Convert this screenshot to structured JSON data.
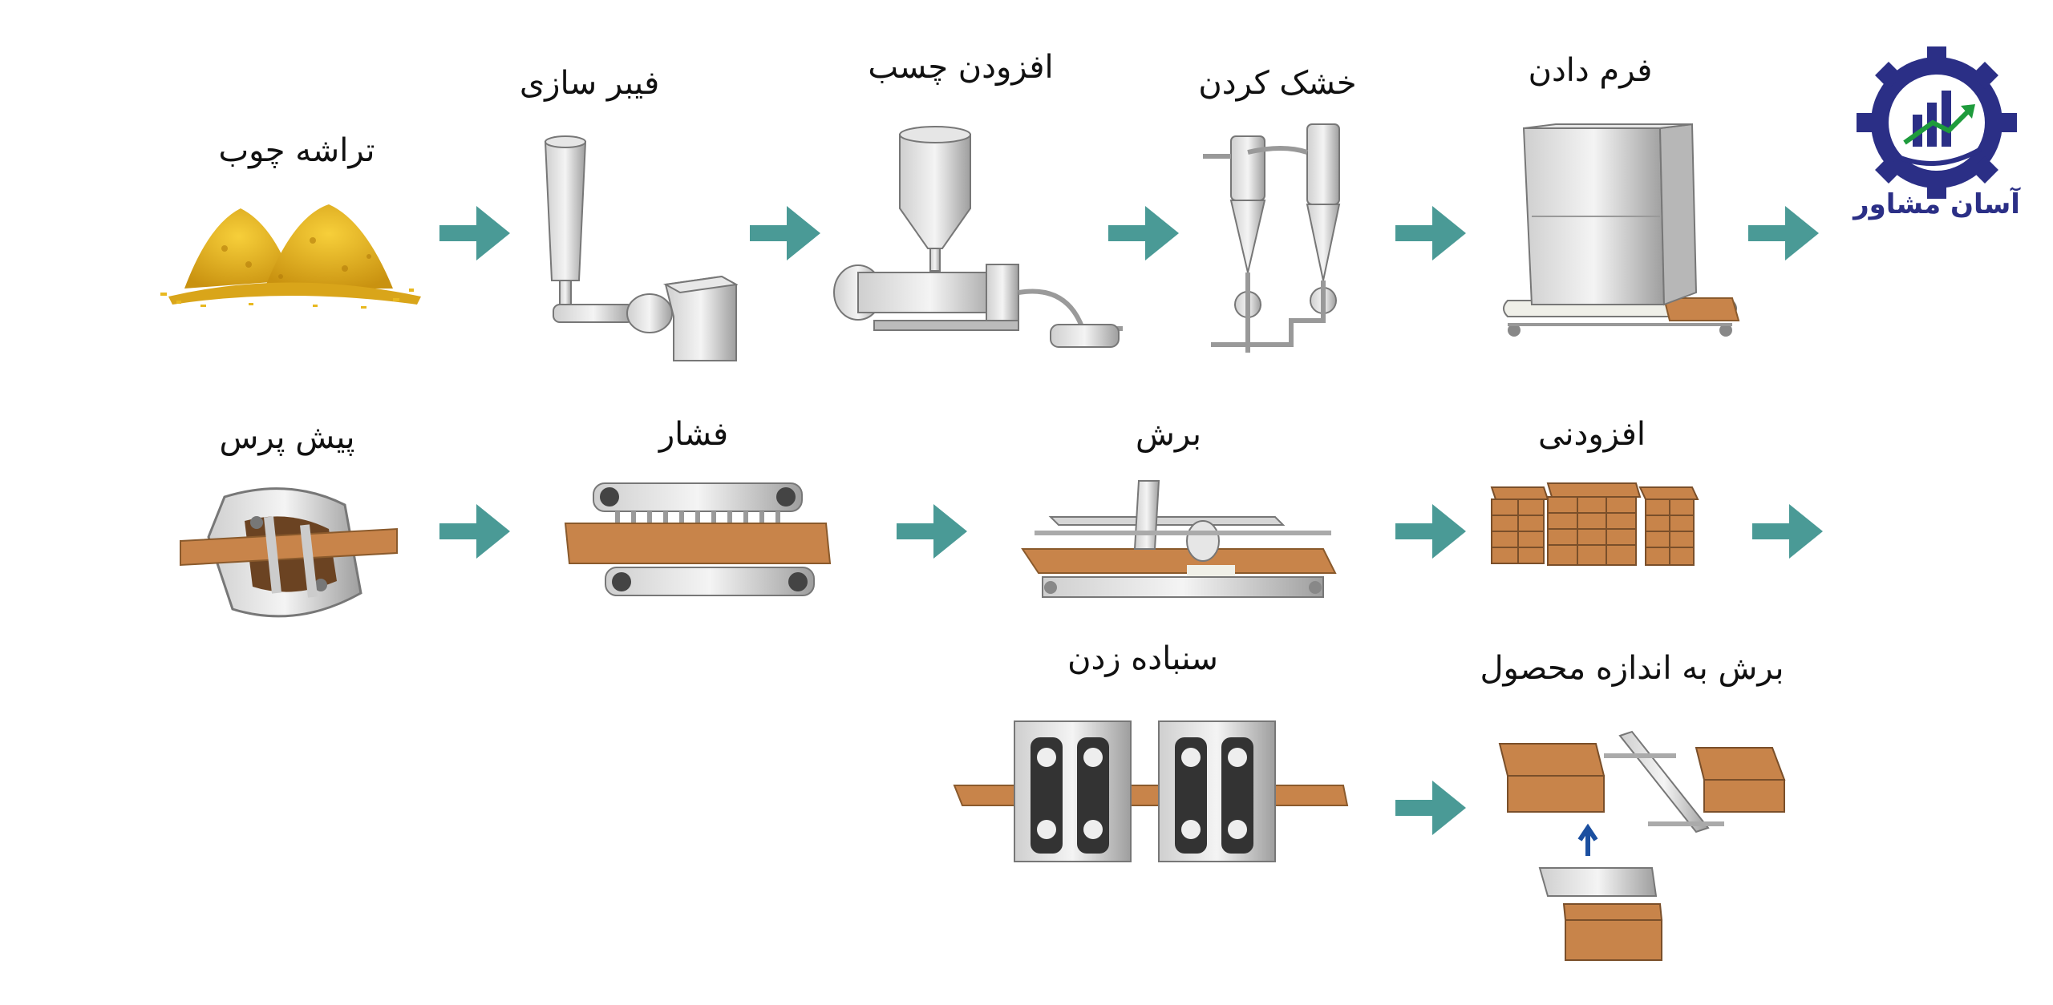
{
  "brand": {
    "name": "آسان مشاور",
    "primary_color": "#2b2f86",
    "accent_color": "#1e9b3c"
  },
  "arrow_color": "#4a9a96",
  "steps": {
    "wood_chips": "تراشه چوب",
    "fiber_making": "فیبر سازی",
    "adding_glue": "افزودن چسب",
    "drying": "خشک کردن",
    "forming": "فرم دادن",
    "pre_press": "پیش پرس",
    "pressing": "فشار",
    "cutting": "برش",
    "stacking": "افزودنی",
    "sanding": "سنباده زدن",
    "cut_to_size": "برش به اندازه محصول"
  },
  "icons": [
    "gear-icon",
    "bar-chart-icon",
    "trend-arrow-icon",
    "hand-icon",
    "process-arrow-icon"
  ]
}
